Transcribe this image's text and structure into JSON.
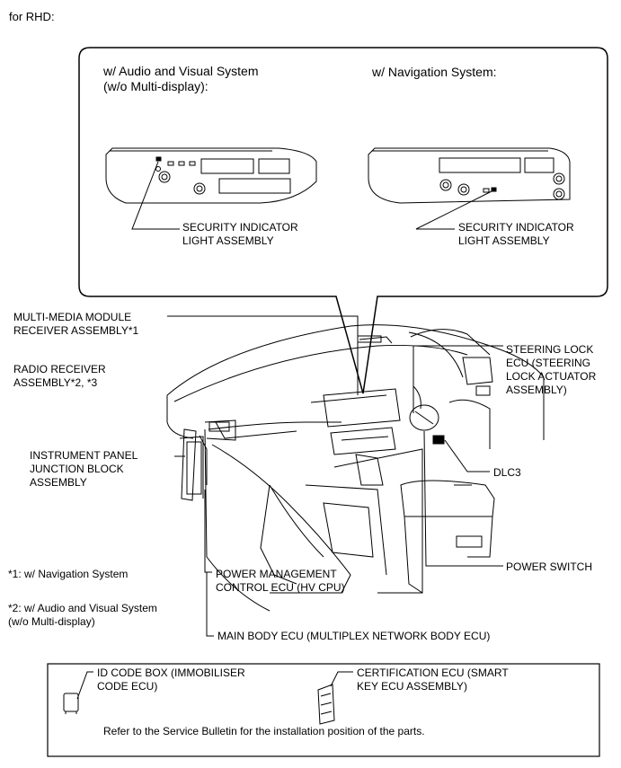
{
  "header": {
    "for_rhd": "for RHD:"
  },
  "callout": {
    "left_title": "w/ Audio and Visual System\n(w/o Multi-display):",
    "right_title": "w/ Navigation System:",
    "left_indicator": "SECURITY INDICATOR\nLIGHT ASSEMBLY",
    "right_indicator": "SECURITY INDICATOR\nLIGHT ASSEMBLY"
  },
  "labels": {
    "multi_media": "MULTI-MEDIA MODULE\nRECEIVER ASSEMBLY*1",
    "radio_receiver": "RADIO RECEIVER\nASSEMBLY*2, *3",
    "instrument_panel": "INSTRUMENT PANEL\nJUNCTION BLOCK\nASSEMBLY",
    "steering_lock": "STEERING LOCK\nECU (STEERING\nLOCK ACTUATOR\nASSEMBLY)",
    "dlc3": "DLC3",
    "power_switch": "POWER SWITCH",
    "power_management": "POWER MANAGEMENT\nCONTROL ECU (HV CPU)",
    "main_body": "MAIN BODY ECU (MULTIPLEX NETWORK BODY ECU)"
  },
  "footnotes": {
    "note1": "*1: w/ Navigation System",
    "note2": "*2: w/ Audio and Visual System\n(w/o Multi-display)"
  },
  "legend": {
    "id_code_box": "ID CODE BOX (IMMOBILISER\nCODE ECU)",
    "certification": "CERTIFICATION ECU (SMART\nKEY ECU ASSEMBLY)",
    "note": "Refer to the Service Bulletin for the installation position of the parts."
  }
}
